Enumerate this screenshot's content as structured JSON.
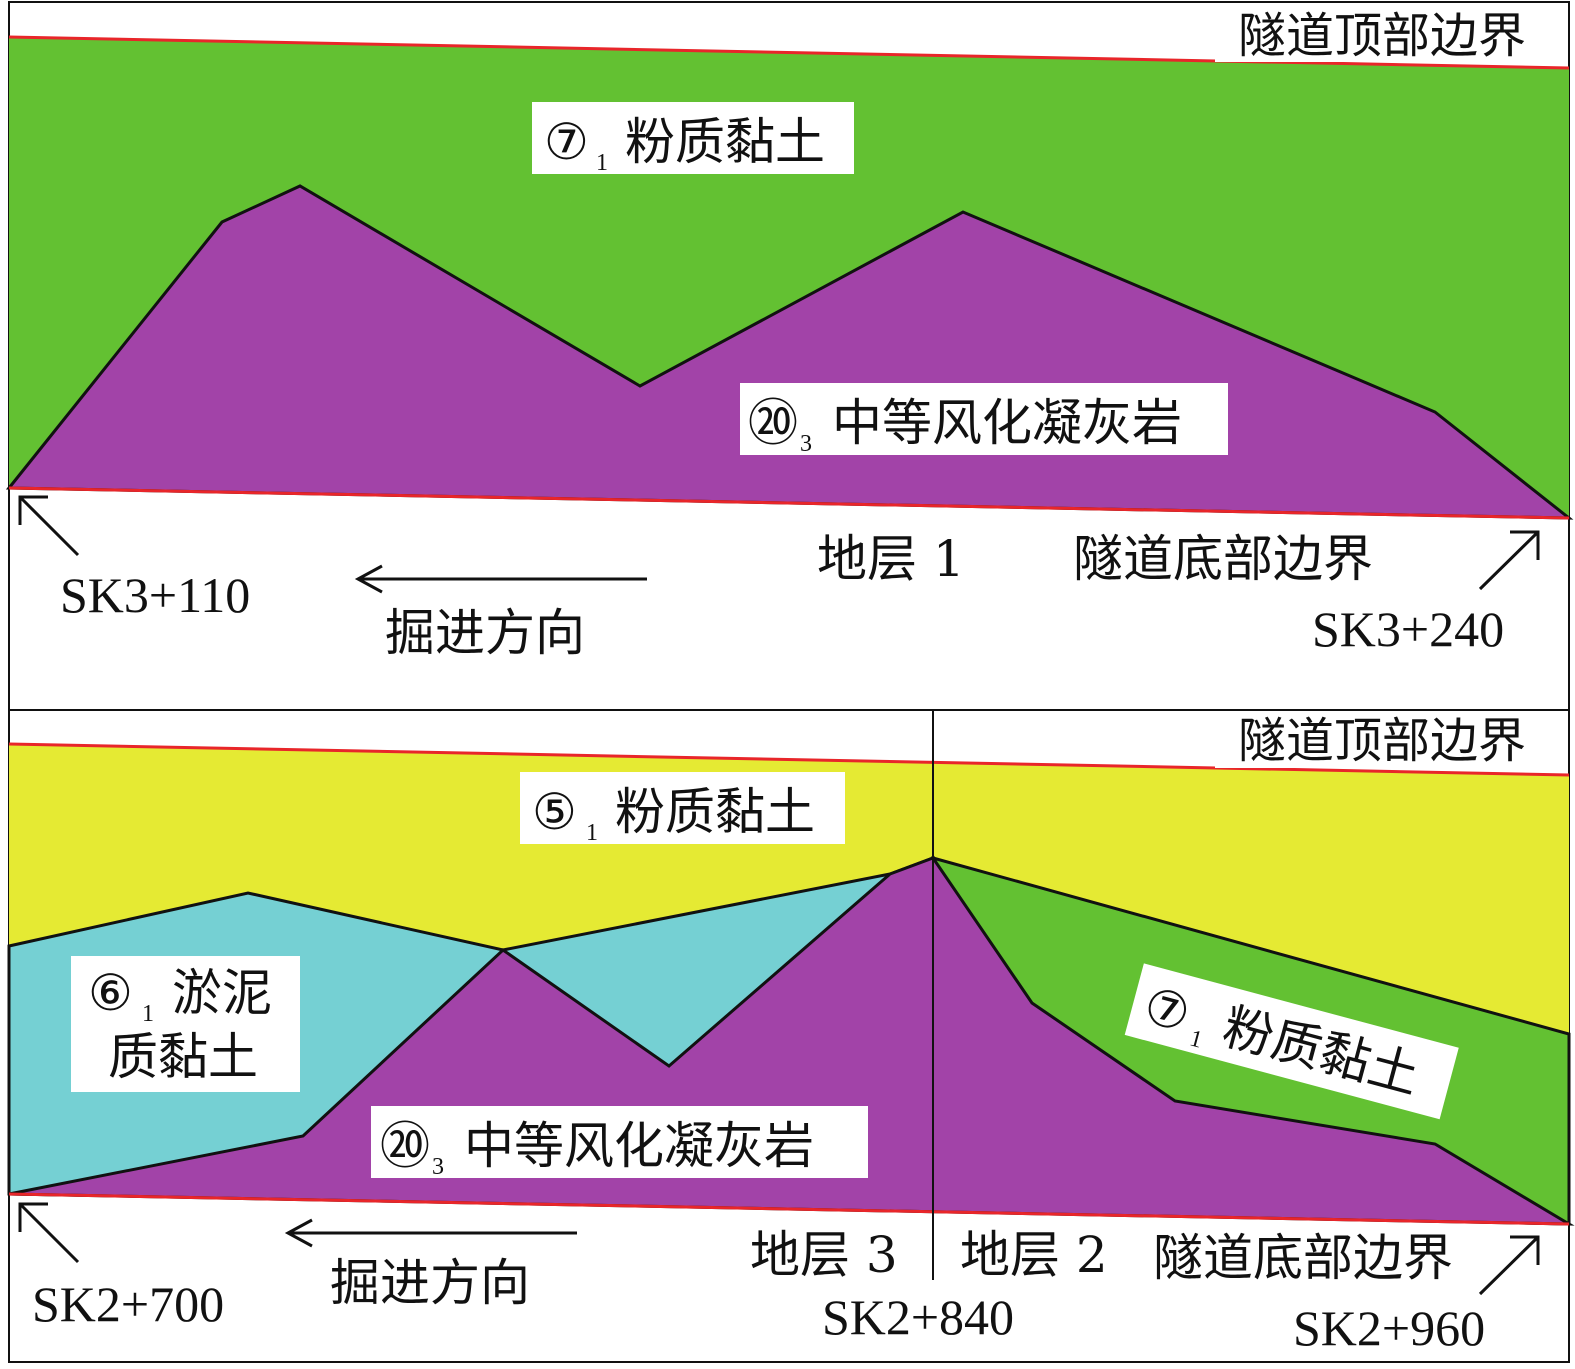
{
  "colors": {
    "green": "#63c132",
    "purple": "#a243a8",
    "yellow": "#e5ea33",
    "cyan": "#75d0d3",
    "boundary_red": "#e8262a",
    "outline": "#111111"
  },
  "panels": [
    {
      "boundary_top_label": "隧道顶部边界",
      "boundary_bottom_label": "隧道底部边界",
      "stratum_label": "地层 1",
      "start_station": "SK3+110",
      "end_station": "SK3+240",
      "direction_label": "掘进方向",
      "layers": [
        {
          "number": "⑦",
          "sub": "1",
          "name": "粉质黏土",
          "color": "green"
        },
        {
          "number": "⑳",
          "sub": "3",
          "name": "中等风化凝灰岩",
          "color": "purple"
        }
      ]
    },
    {
      "boundary_top_label": "隧道顶部边界",
      "boundary_bottom_label": "隧道底部边界",
      "stratum_left_label": "地层 3",
      "stratum_right_label": "地层 2",
      "start_station": "SK2+700",
      "mid_station": "SK2+840",
      "end_station": "SK2+960",
      "direction_label": "掘进方向",
      "layers": [
        {
          "number": "⑤",
          "sub": "1",
          "name": "粉质黏土",
          "color": "yellow"
        },
        {
          "number": "⑥",
          "sub": "1",
          "name_line1": "淤泥",
          "name_line2": "质黏土",
          "color": "cyan"
        },
        {
          "number": "⑳",
          "sub": "3",
          "name": "中等风化凝灰岩",
          "color": "purple"
        },
        {
          "number": "⑦",
          "sub": "1",
          "name": "粉质黏土",
          "color": "green"
        }
      ]
    }
  ]
}
